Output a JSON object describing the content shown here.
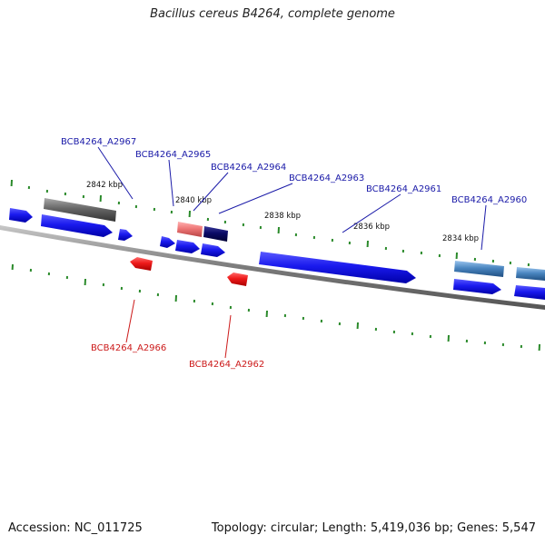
{
  "title": "Bacillus cereus B4264, complete genome",
  "footer": {
    "accession": "Accession: NC_011725",
    "stats": "Topology: circular; Length: 5,419,036 bp; Genes: 5,547"
  },
  "colors": {
    "plus_gene": "#1a1aee",
    "minus_gene": "#ee1a1a",
    "label_plus": "#1a1aa8",
    "label_minus": "#cc1a1a",
    "tick": "#2a8a2a",
    "backbone": "#888888"
  },
  "ticks": [
    "2842 kbp",
    "2840 kbp",
    "2838 kbp",
    "2836 kbp",
    "2834 kbp"
  ],
  "labels_top": [
    "BCB4264_A2967",
    "BCB4264_A2965",
    "BCB4264_A2964",
    "BCB4264_A2963",
    "BCB4264_A2961",
    "BCB4264_A2960"
  ],
  "labels_bottom": [
    "BCB4264_A2966",
    "BCB4264_A2962"
  ]
}
